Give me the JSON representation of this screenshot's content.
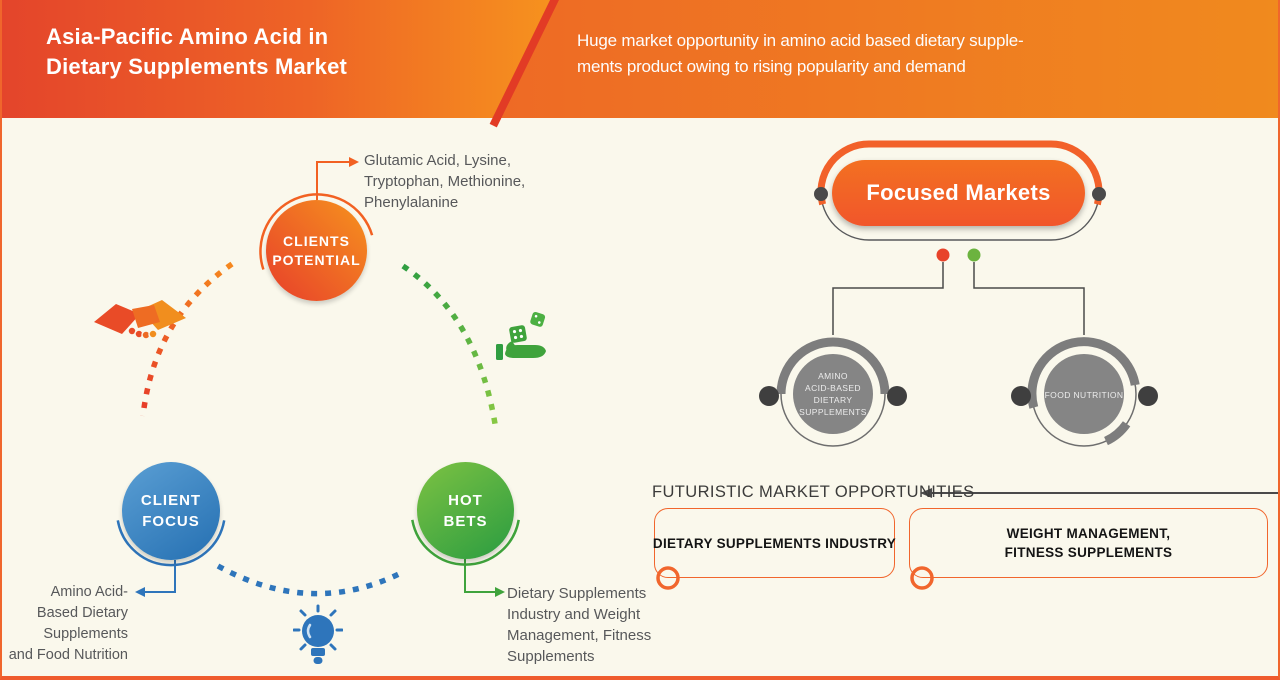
{
  "header": {
    "title_lines": [
      "Asia-Pacific Amino Acid in",
      "Dietary Supplements Market"
    ],
    "subtitle_lines": [
      "Huge market opportunity in amino acid based dietary supple-",
      "ments  product owing to rising popularity and demand"
    ]
  },
  "cycle_diagram": {
    "clients_potential": {
      "label_lines": [
        "CLIENTS",
        "POTENTIAL"
      ],
      "note_lines": [
        "Glutamic Acid, Lysine,",
        "Tryptophan, Methionine,",
        "Phenylalanine"
      ],
      "icon": "handshake-icon",
      "accent_color": "#e8432a"
    },
    "client_focus": {
      "label_lines": [
        "CLIENT",
        "FOCUS"
      ],
      "note_lines": [
        "Amino Acid-",
        "Based Dietary",
        "Supplements",
        "and Food Nutrition"
      ],
      "icon": "lightbulb-icon",
      "accent_color": "#2e75bb"
    },
    "hot_bets": {
      "label_lines": [
        "HOT",
        "BETS"
      ],
      "note_lines": [
        "Dietary Supplements",
        "Industry and Weight",
        "Management, Fitness",
        "Supplements"
      ],
      "icon": "dice-hand-icon",
      "accent_color": "#3fa33c"
    }
  },
  "focused_markets": {
    "title": "Focused Markets",
    "nodes": [
      {
        "label_lines": [
          "AMINO",
          "ACID-BASED",
          "DIETARY",
          "SUPPLEMENTS"
        ],
        "dot_color": "#e8432a"
      },
      {
        "label_lines": [
          "FOOD NUTRITION"
        ],
        "dot_color": "#6cb33f"
      }
    ]
  },
  "futuristic": {
    "heading": "FUTURISTIC MARKET OPPORTUNITIES",
    "boxes": [
      {
        "label_lines": [
          "DIETARY SUPPLEMENTS INDUSTRY"
        ]
      },
      {
        "label_lines": [
          "WEIGHT MANAGEMENT,",
          "FITNESS  SUPPLEMENTS"
        ]
      }
    ]
  },
  "accent_colors": {
    "header_orange_left": "#e4452b",
    "header_orange_right": "#f08a1e",
    "pill_orange": "#f1562b",
    "blue": "#2e75bb",
    "green": "#3fa33c",
    "gray_node": "#858585",
    "background_cream": "#faf8ec"
  }
}
